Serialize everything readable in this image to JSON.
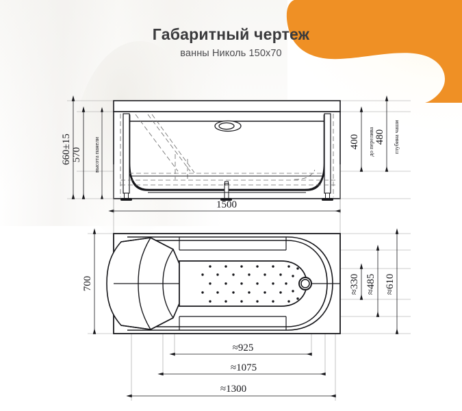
{
  "header": {
    "title": "Габаритный чертеж",
    "subtitle": "ванны Николь 150х70"
  },
  "theme": {
    "accent_orange": "#ef9025",
    "line_color": "#16161a",
    "dim_line_color": "#4a4a4a",
    "background": "#ffffff"
  },
  "elevation_view": {
    "name": "side-elevation",
    "dimensions": {
      "total_height": "660±15",
      "panel_height": "570",
      "panel_height_caption": "высота панели",
      "to_overflow": "400",
      "to_overflow_caption": "до перелива",
      "bowl_depth": "480",
      "bowl_depth_caption": "глубина чаши",
      "length": "1500"
    }
  },
  "plan_view": {
    "name": "top-plan",
    "dimensions": {
      "width": "700",
      "inner_width_a": "≈330",
      "inner_width_b": "≈485",
      "inner_width_c": "≈610",
      "inner_length_a": "≈925",
      "inner_length_b": "≈1075",
      "inner_length_c": "≈1300"
    }
  },
  "chart_data": {
    "type": "table",
    "title": "Габаритный чертеж ванны Николь 150х70",
    "views": [
      {
        "view": "Боковой вид (elevation)",
        "measurements": [
          {
            "label": "660±15",
            "caption": "",
            "axis": "vertical"
          },
          {
            "label": "570",
            "caption": "высота панели",
            "axis": "vertical"
          },
          {
            "label": "400",
            "caption": "до перелива",
            "axis": "vertical"
          },
          {
            "label": "480",
            "caption": "глубина чаши",
            "axis": "vertical"
          },
          {
            "label": "1500",
            "caption": "",
            "axis": "horizontal"
          }
        ]
      },
      {
        "view": "Вид сверху (plan)",
        "measurements": [
          {
            "label": "700",
            "caption": "",
            "axis": "vertical"
          },
          {
            "label": "≈330",
            "caption": "",
            "axis": "vertical"
          },
          {
            "label": "≈485",
            "caption": "",
            "axis": "vertical"
          },
          {
            "label": "≈610",
            "caption": "",
            "axis": "vertical"
          },
          {
            "label": "≈925",
            "caption": "",
            "axis": "horizontal"
          },
          {
            "label": "≈1075",
            "caption": "",
            "axis": "horizontal"
          },
          {
            "label": "≈1300",
            "caption": "",
            "axis": "horizontal"
          }
        ]
      }
    ]
  }
}
